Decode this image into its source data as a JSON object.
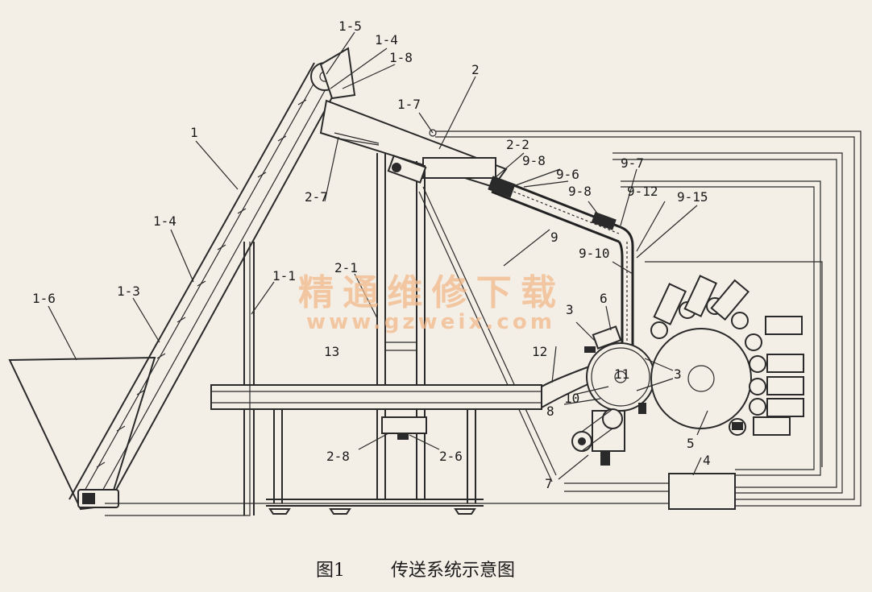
{
  "caption": {
    "figure": "图1",
    "title": "传送系统示意图"
  },
  "watermark": {
    "cn": "精通维修下载",
    "url": "www.gzweix.com"
  },
  "labels": {
    "l1_5": "1-5",
    "l1_4a": "1-4",
    "l1_8": "1-8",
    "l2": "2",
    "l1_7": "1-7",
    "l1": "1",
    "l2_2": "2-2",
    "l9_8a": "9-8",
    "l9_6": "9-6",
    "l9_7": "9-7",
    "l9_8b": "9-8",
    "l9_12": "9-12",
    "l9_15": "9-15",
    "l2_7": "2-7",
    "l1_4b": "1-4",
    "l9": "9",
    "l9_10": "9-10",
    "l1_1": "1-1",
    "l2_1": "2-1",
    "l1_3": "1-3",
    "l1_6": "1-6",
    "l3a": "3",
    "l6": "6",
    "l3b": "3",
    "l11": "11",
    "l13": "13",
    "l12": "12",
    "l10": "10",
    "l8": "8",
    "l5": "5",
    "l2_8": "2-8",
    "l2_6": "2-6",
    "l7": "7",
    "l4": "4"
  },
  "colors": {
    "line": "#2a2a2a",
    "paper": "#f3eee6",
    "watermark": "#f2b98a"
  }
}
